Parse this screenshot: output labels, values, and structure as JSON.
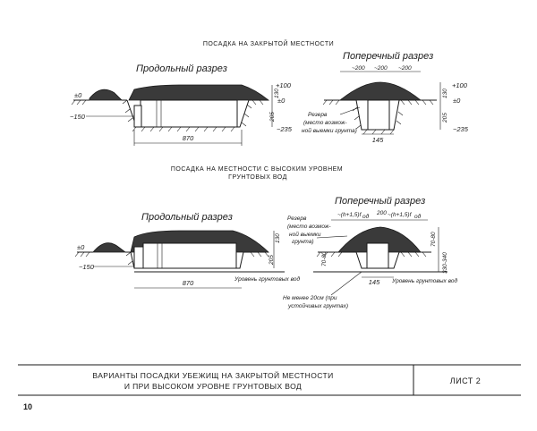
{
  "section1": {
    "title": "ПОСАДКА НА ЗАКРЫТОЙ МЕСТНОСТИ",
    "longitudinal_label": "Продольный разрез",
    "transverse_label": "Поперечный разрез",
    "level_plus100": "+100",
    "level_zero": "±0",
    "level_minus150": "−150",
    "level_minus235": "−235",
    "dim_130": "130",
    "dim_205": "205",
    "dim_870": "870",
    "dim_200_a": "~200",
    "dim_200_b": "~200",
    "dim_200_c": "~200",
    "dim_145": "145",
    "reserve_line1": "Резерв",
    "reserve_line2": "(место возмож-",
    "reserve_line3": "ной выемки грунта)"
  },
  "section2": {
    "title_line1": "ПОСАДКА НА МЕСТНОСТИ С ВЫСОКИМ УРОВНЕМ",
    "title_line2": "ГРУНТОВЫХ ВОД",
    "longitudinal_label": "Продольный разрез",
    "transverse_label": "Поперечный разрез",
    "level_zero": "±0",
    "level_minus150": "−150",
    "dim_130": "130",
    "dim_205": "205",
    "dim_870": "870",
    "dim_145": "145",
    "dim_200": "200",
    "dim_h_left": "~(h+1,5)f",
    "dim_h_right": "~(h+1,5)f",
    "sub_od": "од",
    "dim_70_80": "70-80",
    "dim_330_340": "330-340",
    "dim_70_left": "70-80",
    "groundwater_left": "Уровень грунтовых вод",
    "groundwater_right": "Уровень грунтовых вод",
    "reserve_line1": "Резерв",
    "reserve_line2": "(место возмож-",
    "reserve_line3": "ной выемки",
    "reserve_line4": "грунта)",
    "note_line1": "Не менее 20см (при",
    "note_line2": "устойчивых грунтах)"
  },
  "footer": {
    "title_line1": "ВАРИАНТЫ ПОСАДКИ УБЕЖИЩ НА ЗАКРЫТОЙ МЕСТНОСТИ",
    "title_line2": "И ПРИ ВЫСОКОМ УРОВНЕ ГРУНТОВЫХ ВОД",
    "sheet": "ЛИСТ 2",
    "page_number": "10"
  }
}
